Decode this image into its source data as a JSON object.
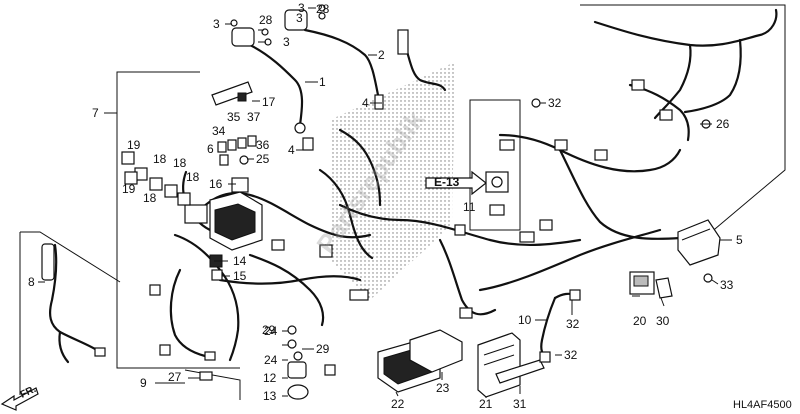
{
  "diagram": {
    "code": "HL4AF4500",
    "ref_label": "E-13",
    "front_label": "FR.",
    "watermark": "Partsrepublik"
  },
  "callouts": {
    "c1": "1",
    "c2": "2",
    "c3a": "3",
    "c3b": "3",
    "c3c": "3",
    "c3d": "3",
    "c4a": "4",
    "c4b": "4",
    "c5": "5",
    "c6": "6",
    "c7": "7",
    "c8": "8",
    "c9": "9",
    "c10": "10",
    "c11": "11",
    "c12": "12",
    "c13": "13",
    "c14": "14",
    "c15": "15",
    "c16": "16",
    "c17": "17",
    "c18a": "18",
    "c18b": "18",
    "c18c": "18",
    "c18d": "18",
    "c19a": "19",
    "c19b": "19",
    "c20": "20",
    "c21": "21",
    "c22": "22",
    "c23": "23",
    "c24a": "24",
    "c24b": "24",
    "c25": "25",
    "c26": "26",
    "c27": "27",
    "c28a": "28",
    "c28b": "28",
    "c29a": "29",
    "c29b": "29",
    "c30": "30",
    "c31": "31",
    "c32a": "32",
    "c32b": "32",
    "c32c": "32",
    "c33": "33",
    "c34": "34",
    "c35": "35",
    "c36": "36",
    "c37": "37"
  }
}
